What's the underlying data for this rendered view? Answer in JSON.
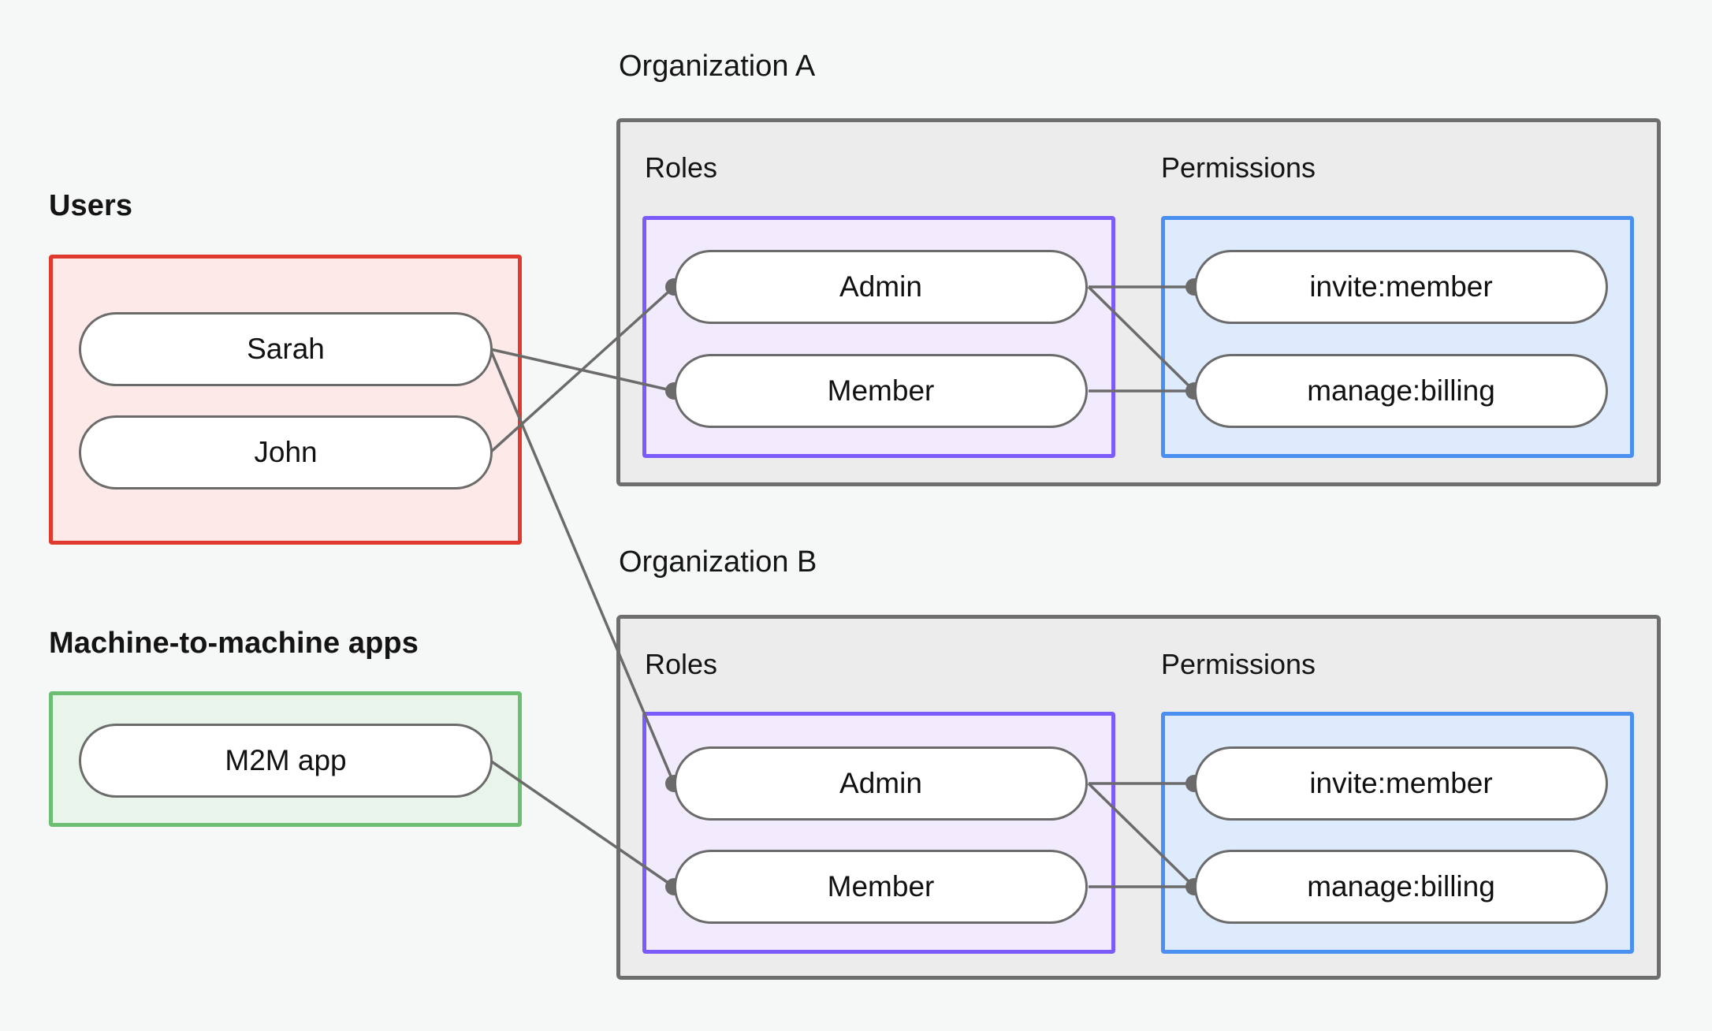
{
  "diagram": {
    "title_users": "Users",
    "title_m2m": "Machine-to-machine apps",
    "org_a_title": "Organization A",
    "org_b_title": "Organization B",
    "roles_label": "Roles",
    "permissions_label": "Permissions",
    "users": [
      {
        "label": "Sarah"
      },
      {
        "label": "John"
      }
    ],
    "m2m_apps": [
      {
        "label": "M2M app"
      }
    ],
    "org_a": {
      "name": "Organization A",
      "roles_label": "Roles",
      "permissions_label": "Permissions",
      "roles": [
        {
          "label": "Admin"
        },
        {
          "label": "Member"
        }
      ],
      "permissions": [
        {
          "label": "invite:member"
        },
        {
          "label": "manage:billing"
        }
      ]
    },
    "org_b": {
      "name": "Organization B",
      "roles_label": "Roles",
      "permissions_label": "Permissions",
      "roles": [
        {
          "label": "Admin"
        },
        {
          "label": "Member"
        }
      ],
      "permissions": [
        {
          "label": "invite:member"
        },
        {
          "label": "manage:billing"
        }
      ]
    },
    "connections": [
      {
        "from": "Sarah",
        "to": "Organization A / Member"
      },
      {
        "from": "Sarah",
        "to": "Organization B / Admin"
      },
      {
        "from": "John",
        "to": "Organization A / Admin"
      },
      {
        "from": "M2M app",
        "to": "Organization B / Member"
      },
      {
        "from": "Organization A / Admin",
        "to": "Organization A / invite:member"
      },
      {
        "from": "Organization A / Admin",
        "to": "Organization A / manage:billing"
      },
      {
        "from": "Organization A / Member",
        "to": "Organization A / manage:billing"
      },
      {
        "from": "Organization B / Admin",
        "to": "Organization B / invite:member"
      },
      {
        "from": "Organization B / Admin",
        "to": "Organization B / manage:billing"
      },
      {
        "from": "Organization B / Member",
        "to": "Organization B / manage:billing"
      }
    ],
    "colors": {
      "page_background": "#f6f8f7",
      "users_border": "#e03a2f",
      "users_fill": "#fdeae8",
      "m2m_border": "#6bbe72",
      "m2m_fill": "#e9f5ea",
      "roles_border": "#7b5cfa",
      "roles_fill": "#f1ebfd",
      "permissions_border": "#4a90f0",
      "permissions_fill": "#ddebfc",
      "org_border": "#6e6e6e",
      "org_fill": "#ececec",
      "node_border": "#6b6b6b",
      "node_fill": "#ffffff",
      "edge": "#6b6b6b"
    }
  }
}
